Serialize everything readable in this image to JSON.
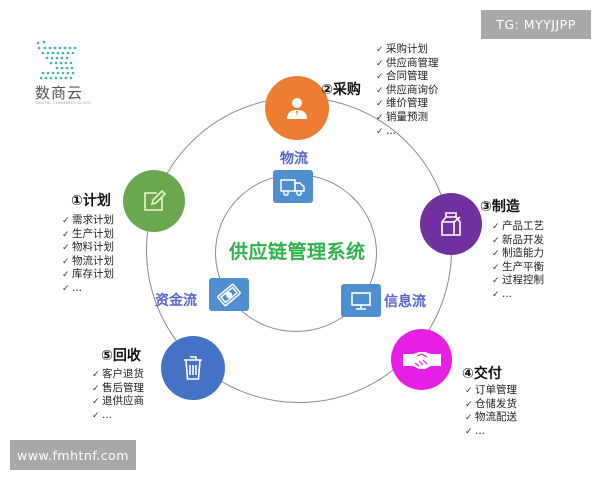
{
  "logo": {
    "name": "数商云",
    "subtitle": "DIGITAL COMMERCE CLOUD",
    "dot_color": "#3bb5b0"
  },
  "watermarks": {
    "top_right": "TG: MYYJJPP",
    "bottom_left": "www.fmhtnf.com"
  },
  "center": {
    "title": "供应链管理系统",
    "color": "#2db34a"
  },
  "flows": [
    {
      "label": "物流",
      "icon": "truck-icon"
    },
    {
      "label": "资金流",
      "icon": "money-icon"
    },
    {
      "label": "信息流",
      "icon": "monitor-icon"
    }
  ],
  "stages": [
    {
      "title": "①计划",
      "color": "#6aa84f",
      "icon": "edit-icon",
      "items": [
        "需求计划",
        "生产计划",
        "物料计划",
        "物流计划",
        "库存计划",
        "..."
      ]
    },
    {
      "title": "②采购",
      "color": "#ed7d31",
      "icon": "person-icon",
      "items": [
        "采购计划",
        "供应商管理",
        "合同管理",
        "供应商询价",
        "维价管理",
        "销量预测",
        "..."
      ]
    },
    {
      "title": "③制造",
      "color": "#7030a0",
      "icon": "package-icon",
      "items": [
        "产品工艺",
        "新品开发",
        "制造能力",
        "生产平衡",
        "过程控制",
        "..."
      ]
    },
    {
      "title": "④交付",
      "color": "#e61ee6",
      "icon": "handshake-icon",
      "items": [
        "订单管理",
        "仓储发货",
        "物流配送",
        "..."
      ]
    },
    {
      "title": "⑤回收",
      "color": "#4472c4",
      "icon": "trash-icon",
      "items": [
        "客户退货",
        "售后管理",
        "退供应商",
        "..."
      ]
    }
  ],
  "check_mark": "✓"
}
